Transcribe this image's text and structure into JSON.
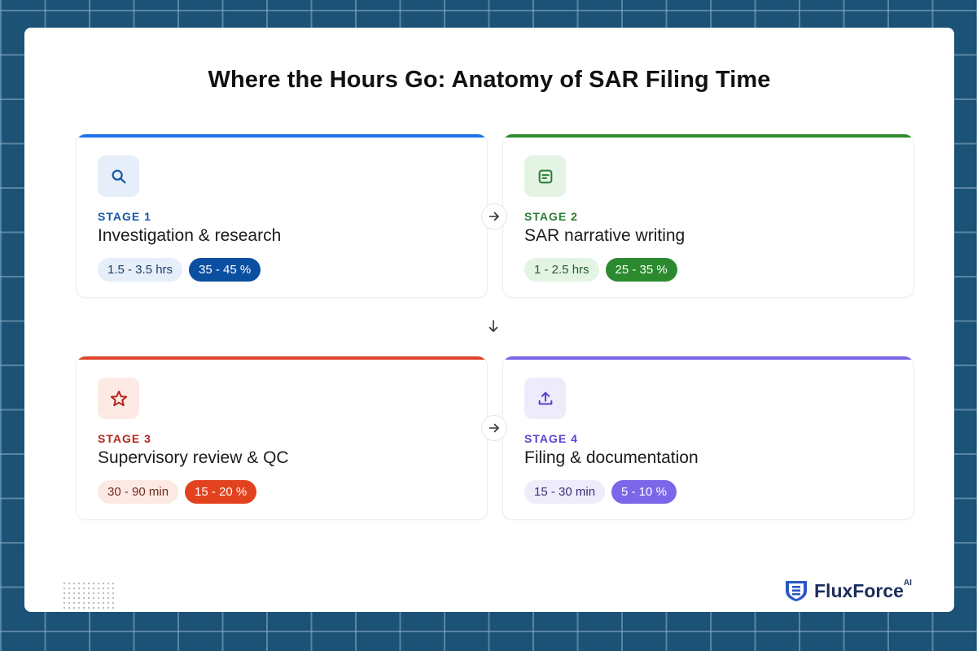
{
  "title": "Where the Hours Go: Anatomy of SAR Filing Time",
  "stages": [
    {
      "label": "STAGE 1",
      "name": "Investigation & research",
      "time": "1.5 - 3.5 hrs",
      "share": "35 - 45 %",
      "icon": "search-icon",
      "accent": "#1a73e8",
      "label_color": "#1557a6",
      "icon_bg": "#e6eef9",
      "time_bg": "#e6eef9",
      "time_color": "#1d3f66",
      "share_bg": "#0b4fa1"
    },
    {
      "label": "STAGE 2",
      "name": "SAR narrative writing",
      "time": "1 - 2.5 hrs",
      "share": "25 - 35 %",
      "icon": "document-icon",
      "accent": "#2e8b2e",
      "label_color": "#2a7d34",
      "icon_bg": "#e3f3e4",
      "time_bg": "#e3f3e4",
      "time_color": "#255f29",
      "share_bg": "#2b8a2e"
    },
    {
      "label": "STAGE 3",
      "name": "Supervisory review & QC",
      "time": "30 - 90 min",
      "share": "15 - 20 %",
      "icon": "star-icon",
      "accent": "#e0452a",
      "label_color": "#b3261e",
      "icon_bg": "#fde9e4",
      "time_bg": "#fde9e4",
      "time_color": "#6f2a1c",
      "share_bg": "#e2431e"
    },
    {
      "label": "STAGE 4",
      "name": "Filing & documentation",
      "time": "15 - 30 min",
      "share": "5 - 10 %",
      "icon": "upload-icon",
      "accent": "#7b64e6",
      "label_color": "#5b3fd1",
      "icon_bg": "#eeebfb",
      "time_bg": "#eeebfb",
      "time_color": "#3c2f78",
      "share_bg": "#7c67ea"
    }
  ],
  "brand": {
    "name": "FluxForce",
    "suffix": "AI"
  }
}
